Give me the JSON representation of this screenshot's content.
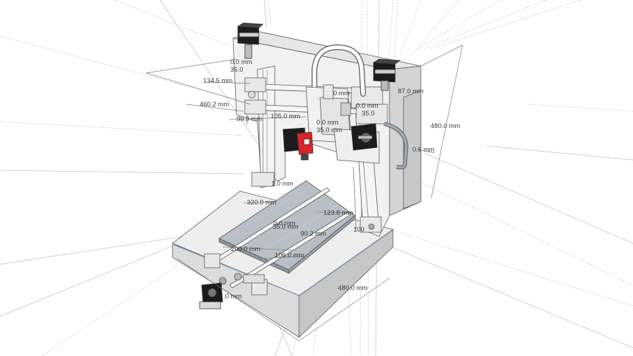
{
  "dimensions": {
    "d1": "0.0 mm",
    "d2": "35.0",
    "d3": "134.5 mm",
    "d4": "460.2 mm",
    "d5": "99.9 mm",
    "d6": "105.0 mm",
    "d7": "0.0 mm",
    "d8": "35.0 mm",
    "d9": "0.0 mm",
    "d10": "35.0",
    "d11": "0 mm",
    "d12": "87.0 mm",
    "d13": "480.0 mm",
    "d14": "0.6 mm",
    "d15": "1.0 mm",
    "d16": "320.0 mm",
    "d17": "123.8 mm",
    "d18": "0.0 mm",
    "d19": "35.0 mm",
    "d20": "90.2 mm",
    "d21": "100",
    "d22": "200.0 mm",
    "d23": "106.0 mm",
    "d24": "480.0 mm",
    "d25": ".0 mm"
  },
  "colors": {
    "background": "#ffffff",
    "frame_light": "#eeeeee",
    "frame_mid": "#dadada",
    "frame_dark": "#c4c4c4",
    "bed": "#b9bfc6",
    "motor": "#1c1c1c",
    "extruder_red": "#d8242a",
    "edge_blue": "#7f94b3"
  }
}
